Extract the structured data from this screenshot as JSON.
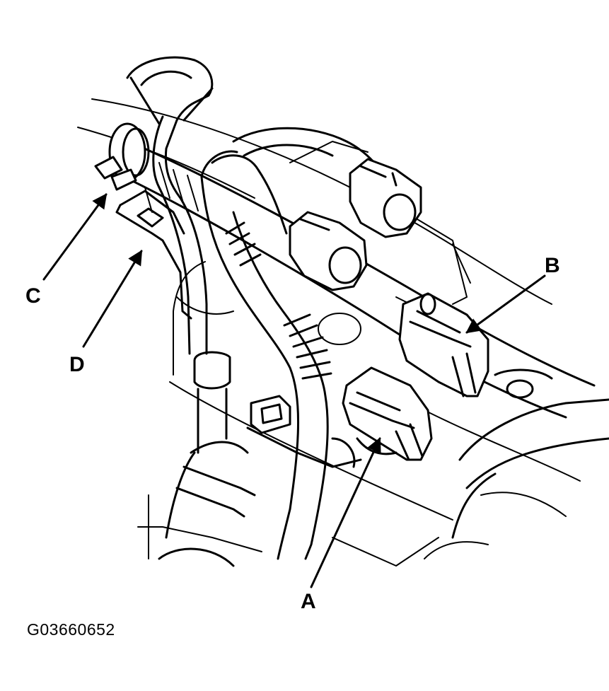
{
  "callouts": {
    "a": "A",
    "b": "B",
    "c": "C",
    "d": "D"
  },
  "figure_id": "G03660652",
  "colors": {
    "ink": "#000000",
    "paper": "#ffffff"
  }
}
